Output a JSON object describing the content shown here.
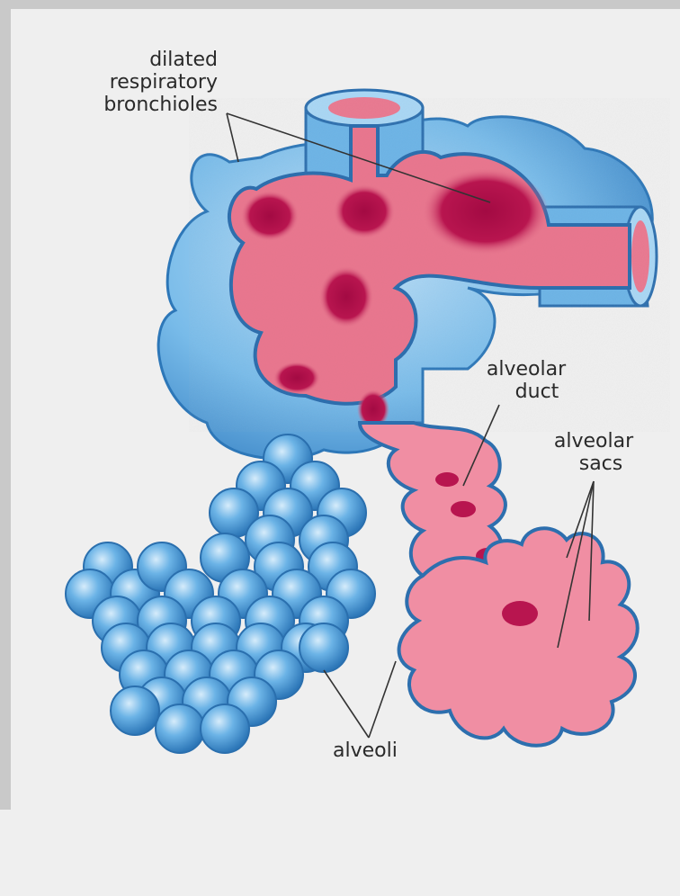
{
  "labels": {
    "dilated_respiratory_bronchioles": [
      "dilated",
      "respiratory",
      "bronchioles"
    ],
    "alveolar_duct": [
      "alveolar",
      "duct"
    ],
    "alveolar_sacs": [
      "alveolar",
      "sacs"
    ],
    "alveoli": "alveoli"
  },
  "colors": {
    "background": "#efefef",
    "frame": "#c9c9c9",
    "pink": "#e9778f",
    "pink_light": "#f4a9ba",
    "crimson": "#b0104a",
    "blue": "#6bb3e6",
    "blue_light": "#a8d6f4",
    "blue_dark": "#2d77b8",
    "leader_line": "#333333"
  }
}
